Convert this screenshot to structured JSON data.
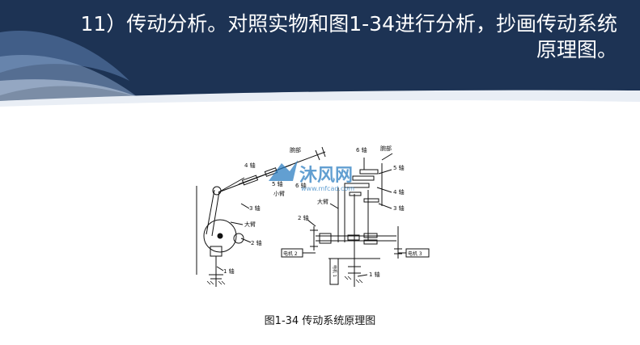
{
  "slide": {
    "title_line1": "11）传动分析。对照实物和图1-34进行分析，抄画传动系统",
    "title_line2": "原理图。",
    "caption": "图1-34 传动系统原理图"
  },
  "figure": {
    "labels": {
      "wrist_left": "腕部",
      "wrist_right": "腕部",
      "axis4_left": "4 轴",
      "axis5_left": "5 轴",
      "axis6_left": "6 轴",
      "small_arm": "小臂",
      "axis3_left": "3 轴",
      "big_arm_left": "大臂",
      "axis2_left": "2 轴",
      "axis1_left": "1 轴",
      "axis6_right": "6 轴",
      "axis5_right": "5 轴",
      "axis4_right": "4 轴",
      "axis3_right": "3 轴",
      "big_arm_right": "大臂",
      "axis2_right": "2 轴",
      "axis1_right": "1 轴",
      "motor2": "电机 2",
      "motor3": "电机 3",
      "motor1": "电机 1"
    },
    "watermark": {
      "logo_text": "沐风网",
      "url": "www.mfcad.com"
    }
  },
  "colors": {
    "header_bg": "#1d3354",
    "title_text": "#ffffff",
    "watermark": "#2e7fc2"
  }
}
